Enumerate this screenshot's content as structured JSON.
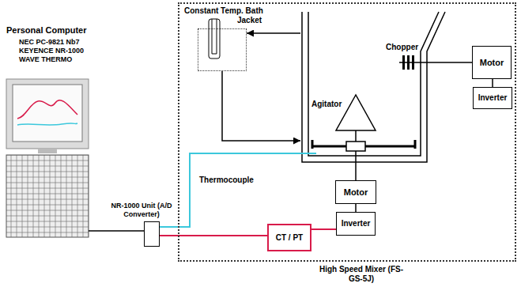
{
  "diagram": {
    "nodes": [
      {
        "text": [
          "High Speed Mixer (FS-GS-5J)"
        ]
      },
      {
        "text": [
          "Constant Temp. Bath"
        ],
        "in": 0
      },
      {
        "text": [
          "Jacket"
        ],
        "in": 0
      },
      {
        "text": [
          "Motor"
        ],
        "in": 0
      },
      {
        "text": [
          "Inverter"
        ],
        "in": 0
      },
      {
        "text": [
          "Motor"
        ],
        "in": 0
      },
      {
        "text": [
          "Inverter"
        ],
        "in": 0
      },
      {
        "text": [
          "CT / PT"
        ],
        "in": 0
      },
      {
        "text": [
          "NR-1000 Unit (A/D Converter)"
        ]
      },
      {
        "text": [
          "Personal Computer",
          "NEC PC-9821 Nb7 KEYENCE NR-1000 WAVE THERMO"
        ]
      }
    ],
    "edges": [
      {
        "from": 2,
        "to": 1,
        "arrow": "to"
      },
      {
        "from": 1,
        "to": 2,
        "arrow": "to"
      },
      {
        "from": 2,
        "to": 3,
        "arrow": "none"
      },
      {
        "from": 3,
        "to": 4,
        "arrow": "none"
      },
      {
        "from": 2,
        "to": 5,
        "arrow": "none"
      },
      {
        "from": 5,
        "to": 6,
        "arrow": "none"
      },
      {
        "from": 6,
        "to": 7,
        "arrow": "none"
      },
      {
        "from": 7,
        "to": 8,
        "arrow": "none"
      },
      {
        "from": 8,
        "to": 9,
        "arrow": "none"
      },
      {
        "from": 2,
        "to": 8,
        "label": "Thermocouple",
        "arrow": "none"
      }
    ],
    "labels": [
      "Chopper",
      "Agitator"
    ]
  }
}
